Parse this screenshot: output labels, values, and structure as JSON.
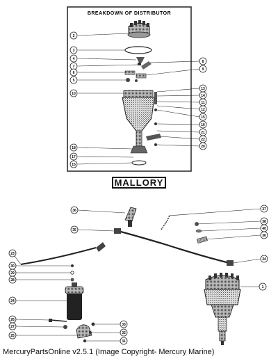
{
  "diagram": {
    "breakdown_title": "BREAKDOWN OF DISTRIBUTOR",
    "brand_label": "MALLORY",
    "footer_text": "MercuryPartsOnline v2.5.1 (Image Copyright- Mercury Marine)",
    "callouts_top_left": [
      "2",
      "3",
      "4",
      "7",
      "6",
      "5",
      "10",
      "18",
      "17",
      "15"
    ],
    "callouts_top_right": [
      "8",
      "9",
      "13",
      "14",
      "11",
      "12",
      "15",
      "16",
      "21",
      "22",
      "20"
    ],
    "callouts_bottom": [
      "36",
      "35",
      "37",
      "38",
      "40",
      "36",
      "23",
      "34",
      "30",
      "29",
      "28",
      "1",
      "24",
      "26",
      "27",
      "25",
      "33",
      "32",
      "31"
    ]
  }
}
